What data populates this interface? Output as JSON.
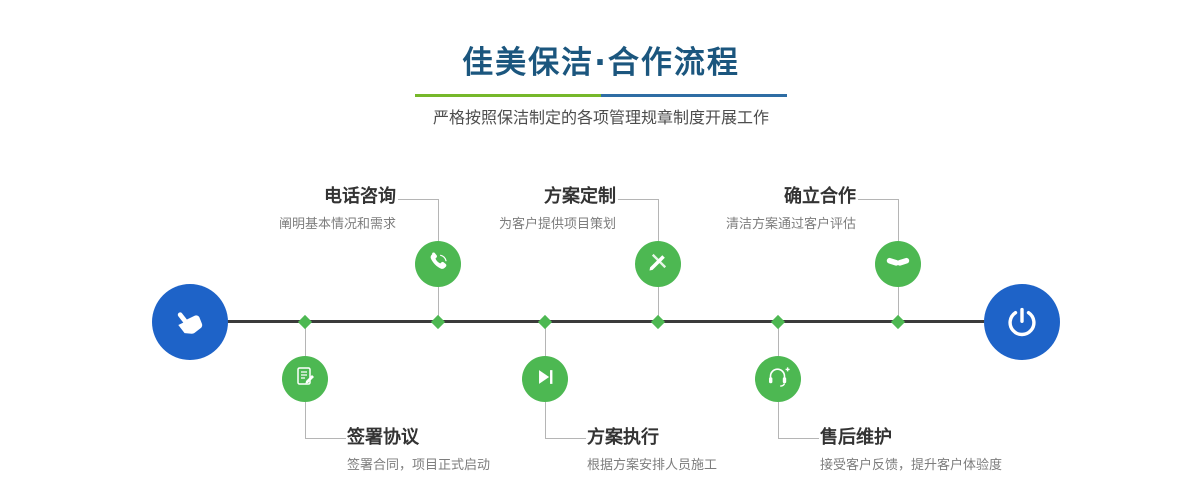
{
  "header": {
    "title": "佳美保洁·合作流程",
    "subtitle": "严格按照保洁制定的各项管理规章制度开展工作"
  },
  "timeline": {
    "start_icon": "hand-pointer-icon",
    "end_icon": "power-icon",
    "steps_top": [
      {
        "title": "电话咨询",
        "desc": "阐明基本情况和需求",
        "icon": "phone-icon"
      },
      {
        "title": "方案定制",
        "desc": "为客户提供项目策划",
        "icon": "pencil-ruler-icon"
      },
      {
        "title": "确立合作",
        "desc": "清洁方案通过客户评估",
        "icon": "handshake-icon"
      }
    ],
    "steps_bottom": [
      {
        "title": "签署协议",
        "desc": "签署合同，项目正式启动",
        "icon": "contract-icon"
      },
      {
        "title": "方案执行",
        "desc": "根据方案安排人员施工",
        "icon": "play-icon"
      },
      {
        "title": "售后维护",
        "desc": "接受客户反馈，提升客户体验度",
        "icon": "customer-service-icon"
      }
    ]
  },
  "colors": {
    "title_text": "#1b567e",
    "accent_green": "#4db852",
    "accent_blue": "#1e63c8",
    "underline_green": "#76b82a",
    "underline_blue": "#2e6da4",
    "timeline_line": "#3b3b3b"
  }
}
